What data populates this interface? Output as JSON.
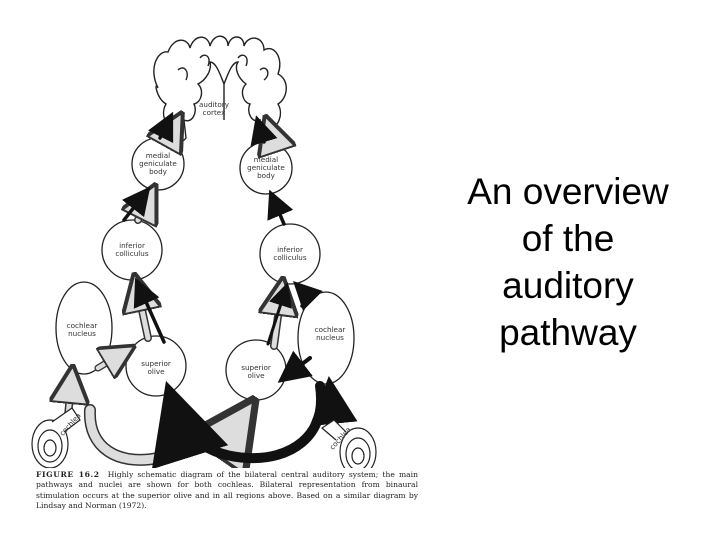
{
  "slide": {
    "title_lines": [
      "An overview",
      "of the",
      "auditory",
      "pathway"
    ]
  },
  "figure": {
    "labels": {
      "auditory_cortex": [
        "auditory",
        "cortex"
      ],
      "mgb_left": [
        "medial",
        "geniculate",
        "body"
      ],
      "mgb_right": [
        "medial",
        "geniculate",
        "body"
      ],
      "ic_left": [
        "inferior",
        "colliculus"
      ],
      "ic_right": [
        "inferior",
        "colliculus"
      ],
      "cn_left": [
        "cochlear",
        "nucleus"
      ],
      "cn_right": [
        "cochlear",
        "nucleus"
      ],
      "so_left": [
        "superior",
        "olive"
      ],
      "so_right": [
        "superior",
        "olive"
      ],
      "cochlea_left": "cochlea",
      "cochlea_right": "cochlea"
    },
    "caption": {
      "number": "FIGURE 16.2",
      "text": "Highly schematic diagram of the bilateral central auditory system; the main pathways and nuclei are shown for both cochleas. Bilateral representation from binaural stimulation occurs at the superior olive and in all regions above. Based on a similar diagram by Lindsay and Norman (1972)."
    }
  }
}
